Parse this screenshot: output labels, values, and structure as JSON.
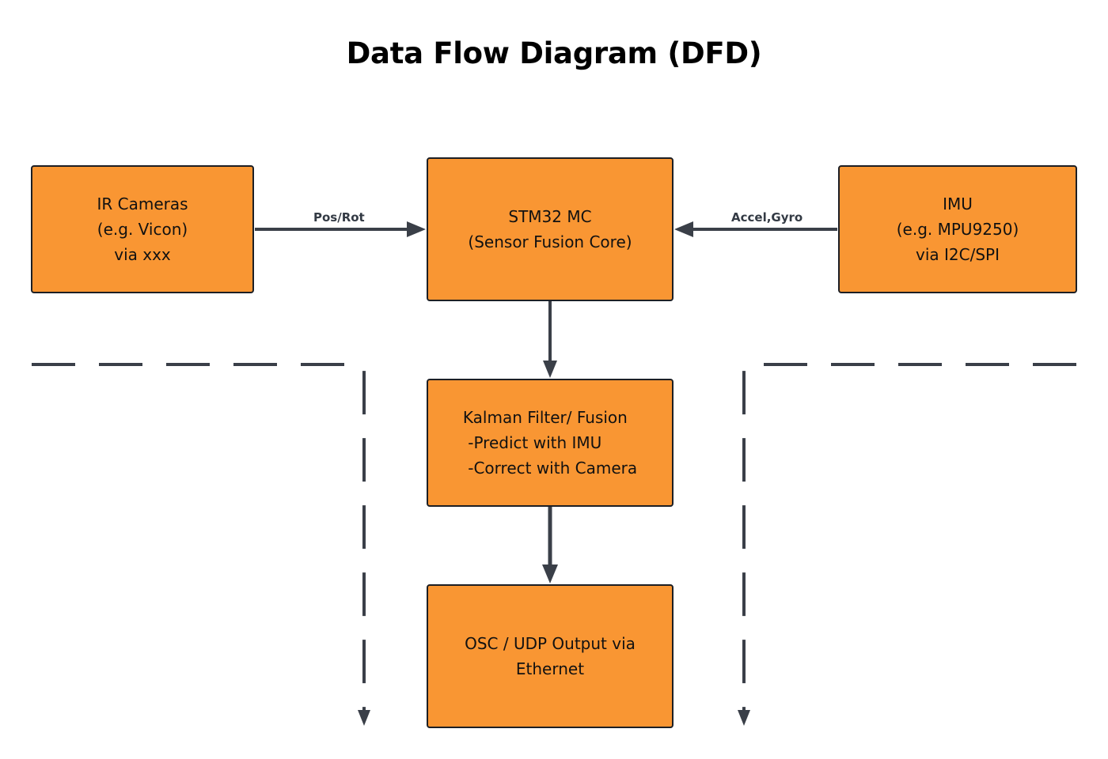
{
  "title": "Data Flow Diagram (DFD)",
  "colors": {
    "node_fill": "#f99633",
    "node_border": "#1d1f24",
    "edge": "#3a3f48"
  },
  "nodes": {
    "ir_cameras": "IR Cameras\n(e.g. Vicon)\nvia xxx",
    "stm32": "STM32 MC\n(Sensor Fusion Core)",
    "imu": "IMU\n(e.g. MPU9250)\nvia I2C/SPI",
    "kalman": "Kalman Filter/ Fusion\n -Predict with IMU\n -Correct with Camera",
    "output": "OSC / UDP Output via\nEthernet"
  },
  "edges": {
    "cameras_to_stm32": "Pos/Rot",
    "imu_to_stm32": "Accel,Gyro"
  }
}
